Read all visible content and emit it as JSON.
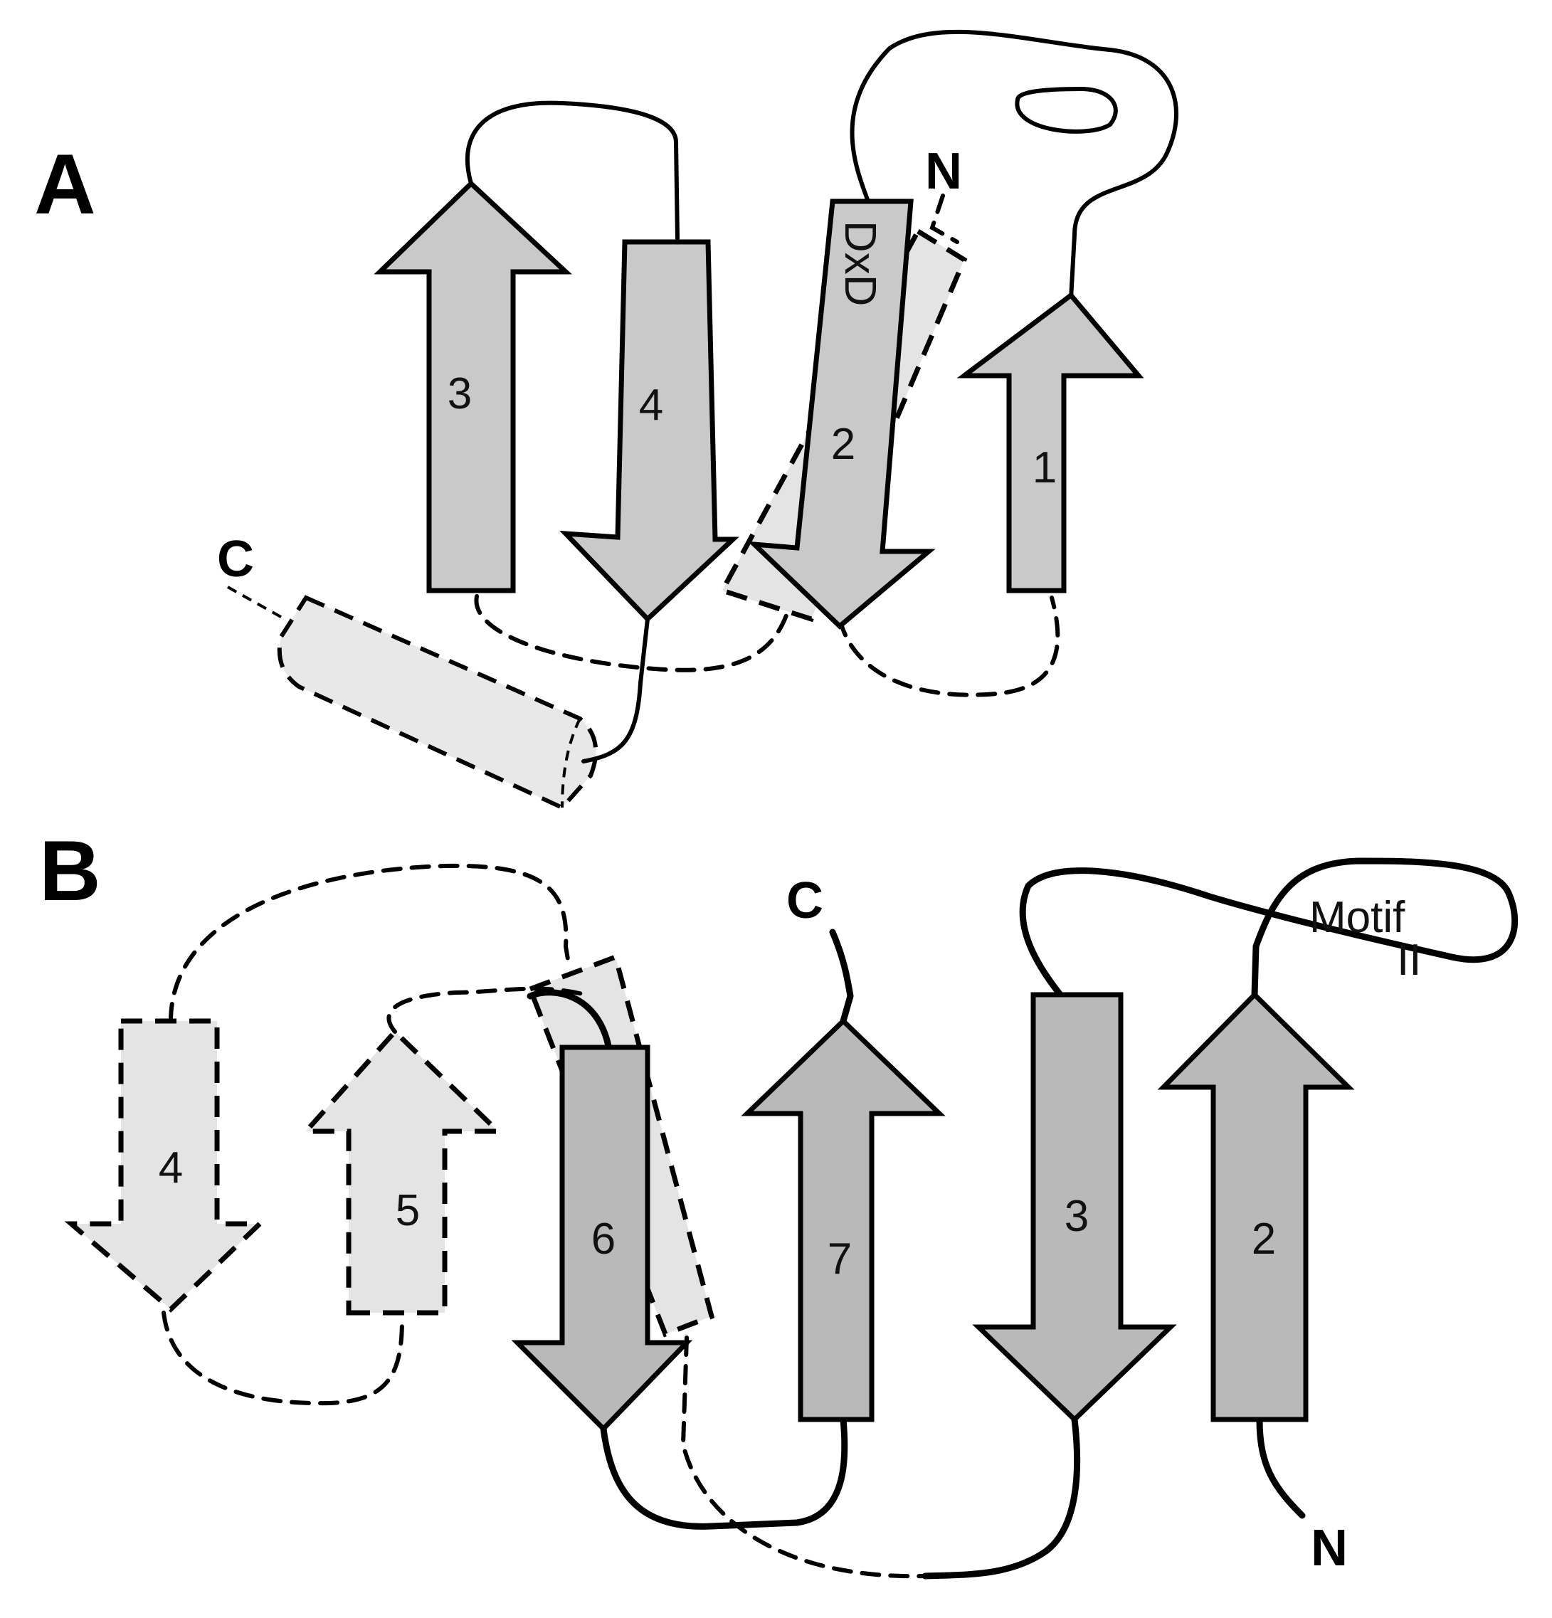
{
  "colors": {
    "solid_strand_A": "#c9c9c9",
    "solid_strand_B": "#b9b9b9",
    "dashed_element_fill": "#e4e4e4",
    "helix_fill": "#e8e8e8",
    "line": "#000000"
  },
  "panels": {
    "A": {
      "label": "A",
      "n_term": "N",
      "c_term": "C",
      "motif_text": "DxD",
      "strands": [
        {
          "label": "3",
          "direction": "up",
          "style": "solid"
        },
        {
          "label": "4",
          "direction": "down",
          "style": "solid"
        },
        {
          "label": "2",
          "direction": "down",
          "style": "solid"
        },
        {
          "label": "1",
          "direction": "up",
          "style": "solid"
        }
      ]
    },
    "B": {
      "label": "B",
      "n_term": "N",
      "c_term": "C",
      "motif_line1": "Motif",
      "motif_line2": "II",
      "strands": [
        {
          "label": "4",
          "direction": "down",
          "style": "dashed"
        },
        {
          "label": "5",
          "direction": "up",
          "style": "dashed"
        },
        {
          "label": "6",
          "direction": "down",
          "style": "solid"
        },
        {
          "label": "7",
          "direction": "up",
          "style": "solid"
        },
        {
          "label": "3",
          "direction": "down",
          "style": "solid"
        },
        {
          "label": "2",
          "direction": "up",
          "style": "solid"
        }
      ]
    }
  }
}
